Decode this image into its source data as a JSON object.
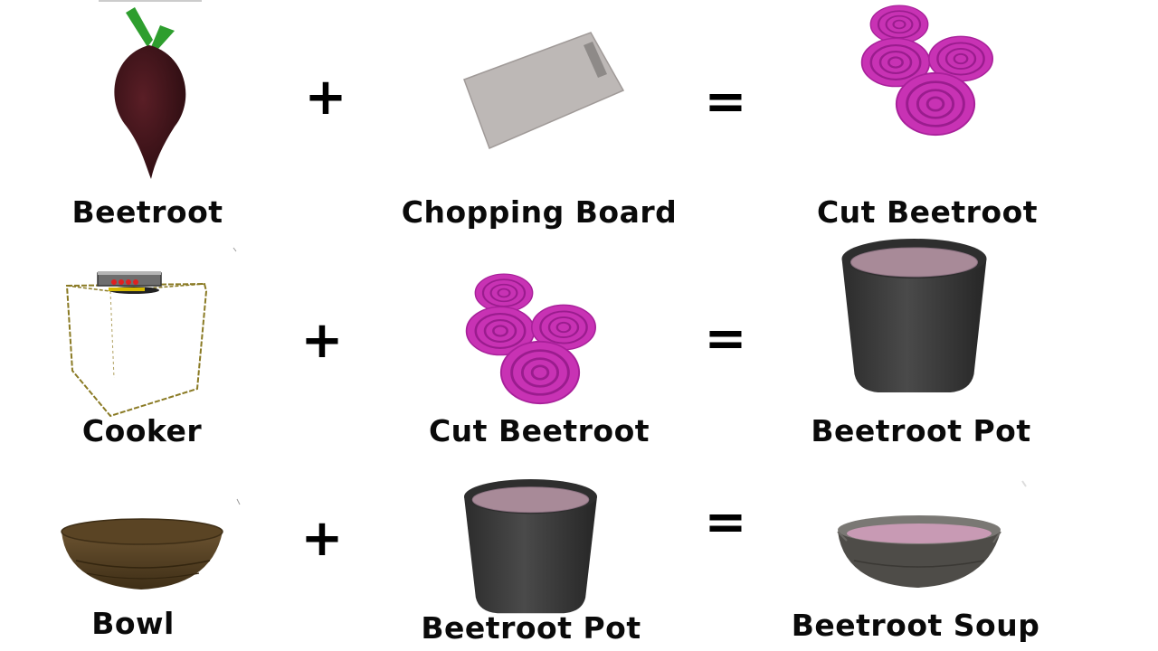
{
  "recipes": [
    {
      "ingredient_a": {
        "label": "Beetroot",
        "icon": "beetroot-icon"
      },
      "operator_plus": "+",
      "ingredient_b": {
        "label": "Chopping Board",
        "icon": "chopping-board-icon"
      },
      "operator_equals": "=",
      "result": {
        "label": "Cut Beetroot",
        "icon": "cut-beetroot-icon"
      }
    },
    {
      "ingredient_a": {
        "label": "Cooker",
        "icon": "cooker-icon"
      },
      "operator_plus": "+",
      "ingredient_b": {
        "label": "Cut Beetroot",
        "icon": "cut-beetroot-icon"
      },
      "operator_equals": "=",
      "result": {
        "label": "Beetroot Pot",
        "icon": "beetroot-pot-icon"
      }
    },
    {
      "ingredient_a": {
        "label": "Bowl",
        "icon": "bowl-icon"
      },
      "operator_plus": "+",
      "ingredient_b": {
        "label": "Beetroot Pot",
        "icon": "beetroot-pot-icon"
      },
      "operator_equals": "=",
      "result": {
        "label": "Beetroot Soup",
        "icon": "beetroot-soup-icon"
      }
    }
  ],
  "colors": {
    "beetroot": "#3a1418",
    "leaf": "#2e9e2e",
    "slice": "#c832b4",
    "board": "#bdb8b6",
    "pot": "#3c3c3c",
    "pot_liquid": "#a88a98",
    "bowl": "#5a4424",
    "soup": "#c89ab4"
  }
}
